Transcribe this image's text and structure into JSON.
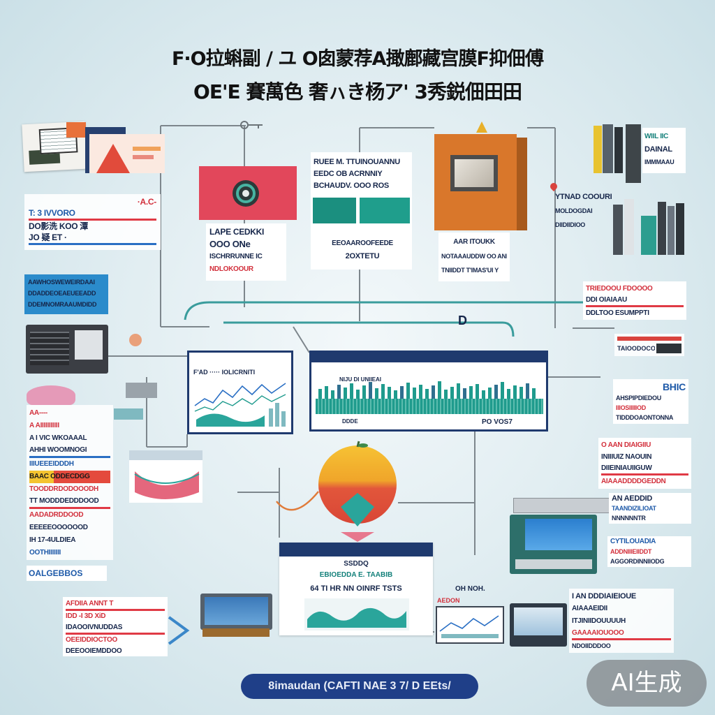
{
  "title": {
    "line1": "F·O拉蝌副 / ユ O囱蒙荐A撖鄜藏宫膜F抑佃傅",
    "line2": "OE'E 賽萬色 奢ㇵき杨ア' 3秀鋭佃田田"
  },
  "left_block_top": {
    "lines": [
      "·A.C-",
      "T: 3 IVVORO",
      "DO影洗 KOO 潭",
      "JO 疑 ET ·"
    ]
  },
  "blue_box": {
    "lines": [
      "AAWHOSWEWEIRDAAI",
      "DDADDEOEAEUEEADD",
      "DDEMNOMRAAUMDIDD"
    ]
  },
  "left_list": {
    "lines": [
      "AA----",
      "A AIIIIIIIIIII",
      "A I VIC WKOAAAL",
      "AHHI WOOMNOGI",
      "IIIUEEEIDDDH",
      "BAAC ODDECDGG",
      "TOODDRDODOOODH",
      "TT MODDDEDDDOOD",
      "AADADRDDOOD",
      "EEEEEOOOOOOD",
      "IH 17-4ULDIEA",
      "OOTHIIIIIII"
    ]
  },
  "left_footer": "OALGEBBOS",
  "left_bottom_block": {
    "lines": [
      "AFDIIA ANNT T",
      "IDD -I 3D XiD",
      "IDAOOIVNUDDAS",
      "OEEIDDIOCTOO",
      "DEEOOIEMDDOO"
    ]
  },
  "red_card_caption": {
    "lines": [
      "LAPE CEDKKI",
      "OOO ONe",
      "ISCHRRUNNE IC",
      "NDLOKOOUR"
    ]
  },
  "center_card": {
    "lines": [
      "RUEE M. TTUINOUANNU",
      "EEDC OB ACRNNIY",
      "BCHAUDV. OOO ROS"
    ],
    "caption": [
      "EEOAAROOFEEDE",
      "2OXTETU"
    ]
  },
  "orange_caption": {
    "lines": [
      "AAR ITOUKK",
      "NOTAAAUDDW OO ANII",
      "TNIIDDT T'IMAS'UI Y"
    ]
  },
  "books_top_right": {
    "lines": [
      "WIIL IIC",
      "DAINAL",
      "IMMMAAU"
    ]
  },
  "right_label": {
    "lines": [
      "YTNAD COOURI",
      "MOLDOGDAI",
      "DIIDIIDIOO"
    ]
  },
  "right_block_a": {
    "lines": [
      "TRIEDOOU FDOOOO",
      "DDI OIAIAAU",
      "DDLTOO ESUMPPTI"
    ]
  },
  "right_small": {
    "lines": [
      "TAIOODOCO"
    ]
  },
  "right_block_b": {
    "lines": [
      "BHIC",
      "AHSPIPDIEDOU",
      "IIIOSIIIIIOD",
      "TIDDDOAONTONNA"
    ]
  },
  "right_block_c": {
    "lines": [
      "O AAN DIAIGIIU",
      "INIIIUIZ NAOUIN",
      "DIIEINIAUIIGUW",
      "AIAAADDDDGEDDN"
    ]
  },
  "right_block_d": {
    "lines": [
      "AN AEDDID",
      "TAANDIZILIOAT",
      "NNNNNNTR"
    ]
  },
  "right_block_e": {
    "lines": [
      "CYTILOUADIA",
      "ADDNIIIEIIDDT",
      "AGGORDINNIIODG"
    ]
  },
  "right_block_f": {
    "lines": [
      "I AN DDDIAIEIOUE",
      "AIAAAEIDII",
      "ITJINIIDOUUUUH",
      "GAAAAIOUOOO",
      "NDOIIDDDOO"
    ]
  },
  "monitor_left": {
    "header": "F'AD ····· IOLICRNITI"
  },
  "monitor_right": {
    "label": "NIJU DI UNIIEAI",
    "footer_left": "DDDE",
    "footer_right": "PO VOS7"
  },
  "d_label": "D",
  "bottom_card": {
    "lines": [
      "SSDDQ",
      "EBIOEDDA E. TAABIB",
      "64 TI HR NN OINRF TSTS"
    ]
  },
  "bottom_monitors": {
    "lines": [
      "OH NOH.",
      "AEDON"
    ]
  },
  "bottom_pill": "8imaudan (CAFTI NAE 3 7/ D EEts/",
  "watermark": "AI生成",
  "colors": {
    "navy": "#1f3a6e",
    "teal": "#1f9b8d",
    "red": "#e2475b",
    "orange": "#d9772b"
  }
}
